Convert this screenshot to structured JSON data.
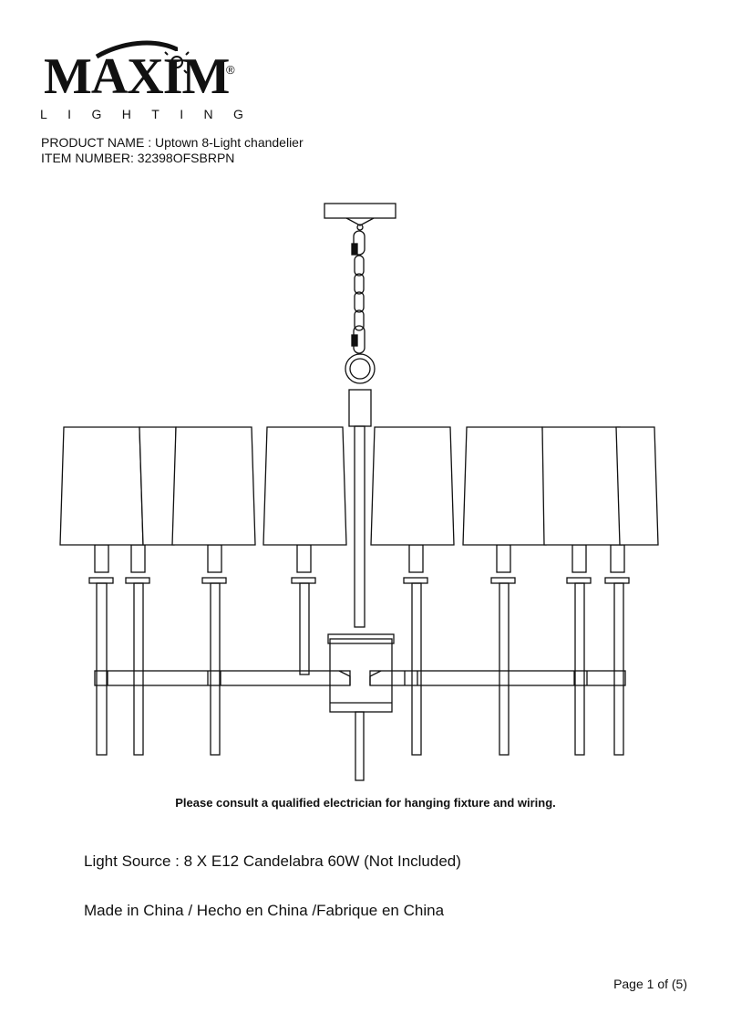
{
  "brand": {
    "name": "MAXIM",
    "sub": "LIGHTING",
    "reg_mark": "®"
  },
  "product": {
    "name_line": "PRODUCT NAME : Uptown 8-Light chandelier",
    "item_line": "ITEM NUMBER: 32398OFSBRPN"
  },
  "warning": "Please consult a qualified electrician for hanging fixture and wiring.",
  "specs": {
    "light_source": "Light Source : 8 X E12 Candelabra 60W (Not Included)",
    "origin": "Made in China / Hecho en China /Fabrique en China"
  },
  "page": "Page 1 of (5)",
  "colors": {
    "line": "#111111",
    "paper": "#ffffff"
  }
}
